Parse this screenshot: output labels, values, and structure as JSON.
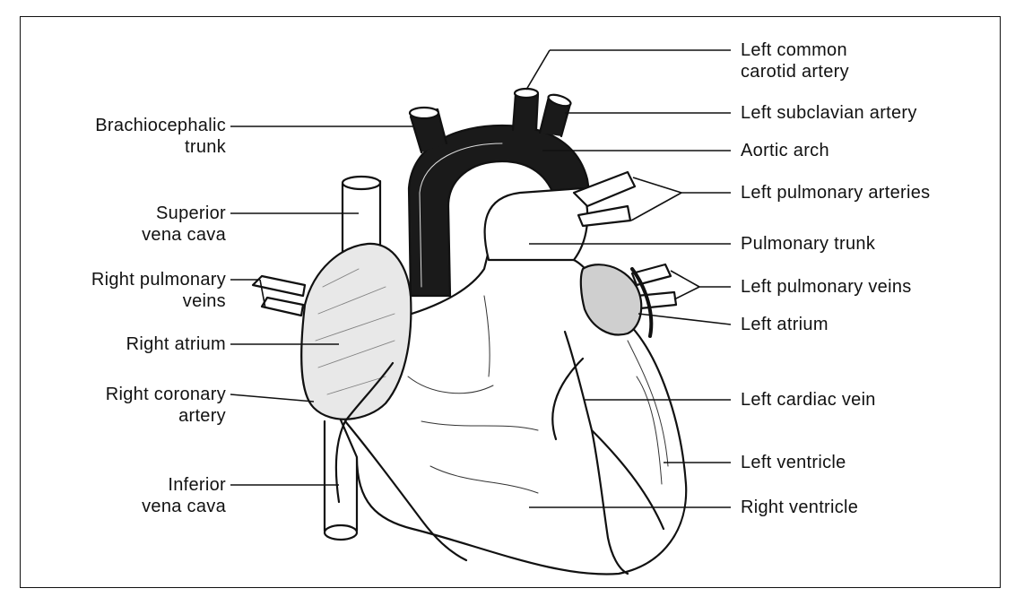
{
  "labels_left": {
    "brachiocephalic_trunk": [
      "Brachiocephalic",
      "trunk"
    ],
    "superior_vena_cava": [
      "Superior",
      "vena cava"
    ],
    "right_pulmonary_veins": [
      "Right pulmonary",
      "veins"
    ],
    "right_atrium": "Right atrium",
    "right_coronary_artery": [
      "Right coronary",
      "artery"
    ],
    "inferior_vena_cava": [
      "Inferior",
      "vena cava"
    ]
  },
  "labels_right": {
    "left_common_carotid_artery": [
      "Left common",
      "carotid artery"
    ],
    "left_subclavian_artery": "Left subclavian artery",
    "aortic_arch": "Aortic arch",
    "left_pulmonary_arteries": "Left pulmonary arteries",
    "pulmonary_trunk": "Pulmonary trunk",
    "left_pulmonary_veins": "Left pulmonary veins",
    "left_atrium": "Left atrium",
    "left_cardiac_vein": "Left cardiac vein",
    "left_ventricle": "Left ventricle",
    "right_ventricle": "Right ventricle"
  }
}
